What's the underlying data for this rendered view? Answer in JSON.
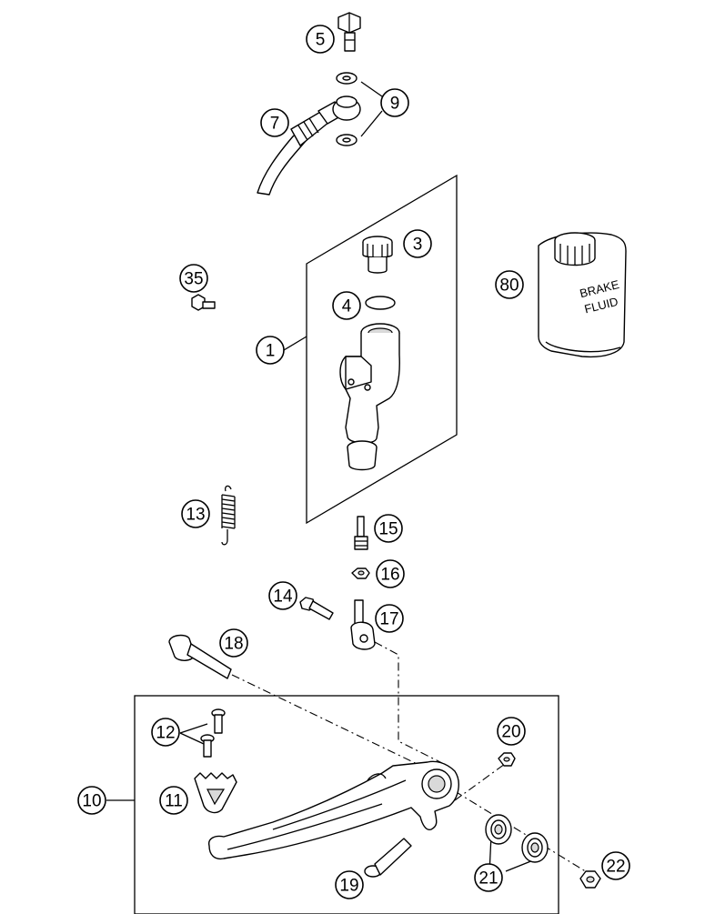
{
  "callouts": [
    {
      "id": "c5",
      "label": "5"
    },
    {
      "id": "c9",
      "label": "9"
    },
    {
      "id": "c7",
      "label": "7"
    },
    {
      "id": "c3",
      "label": "3"
    },
    {
      "id": "c35",
      "label": "35"
    },
    {
      "id": "c4",
      "label": "4"
    },
    {
      "id": "c80",
      "label": "80"
    },
    {
      "id": "c1",
      "label": "1"
    },
    {
      "id": "c13",
      "label": "13"
    },
    {
      "id": "c15",
      "label": "15"
    },
    {
      "id": "c16",
      "label": "16"
    },
    {
      "id": "c14",
      "label": "14"
    },
    {
      "id": "c17",
      "label": "17"
    },
    {
      "id": "c18",
      "label": "18"
    },
    {
      "id": "c12",
      "label": "12"
    },
    {
      "id": "c20",
      "label": "20"
    },
    {
      "id": "c10",
      "label": "10"
    },
    {
      "id": "c11",
      "label": "11"
    },
    {
      "id": "c19",
      "label": "19"
    },
    {
      "id": "c21",
      "label": "21"
    },
    {
      "id": "c22",
      "label": "22"
    }
  ],
  "brake_fluid_can": {
    "line1": "BRAKE",
    "line2": "FLUID"
  }
}
